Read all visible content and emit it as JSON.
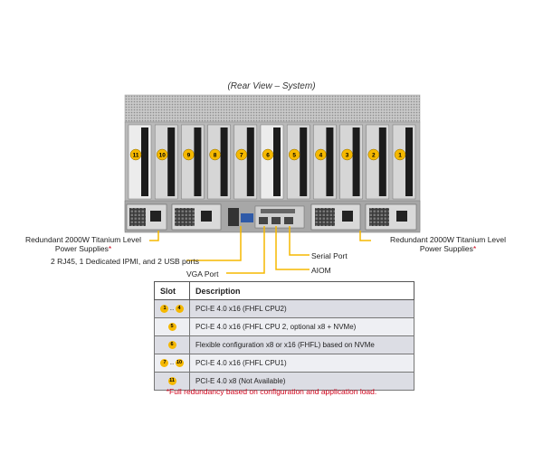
{
  "caption": "(Rear View – System)",
  "slot_markers": [
    "11",
    "10",
    "9",
    "8",
    "7",
    "6",
    "5",
    "4",
    "3",
    "2",
    "1"
  ],
  "callouts": {
    "psu_left": "Redundant 2000W Titanium Level",
    "psu_left_2": "Power Supplies",
    "psu_right": "Redundant 2000W Titanium Level",
    "psu_right_2": "Power Supplies",
    "asterisk": "*",
    "rj45_usb": "2 RJ45, 1 Dedicated IPMI,  and 2 USB  ports",
    "serial": "Serial Port",
    "aiom": "AIOM",
    "vga": "VGA Port"
  },
  "table": {
    "headers": [
      "Slot",
      "Description"
    ],
    "rows": [
      {
        "slot_a": "1",
        "sep": "...",
        "slot_b": "4",
        "description": "PCI-E 4.0 x16 (FHFL CPU2)"
      },
      {
        "slot_a": "5",
        "sep": "",
        "slot_b": "",
        "description": "PCI-E 4.0 x16 (FHFL CPU 2, optional x8 + NVMe)"
      },
      {
        "slot_a": "6",
        "sep": "",
        "slot_b": "",
        "description": "Flexible configuration x8 or x16 (FHFL) based on NVMe"
      },
      {
        "slot_a": "7",
        "sep": "...",
        "slot_b": "10",
        "description": "PCI-E 4.0 x16 (FHFL CPU1)"
      },
      {
        "slot_a": "11",
        "sep": "",
        "slot_b": "",
        "description": "PCI-E 4.0 x8 (Not Available)"
      }
    ]
  },
  "footnote": "*Full redundancy based on configuration and application load.",
  "colors": {
    "marker": "#f5b800",
    "callout_line": "#f5b800",
    "asterisk": "#d0021b"
  }
}
